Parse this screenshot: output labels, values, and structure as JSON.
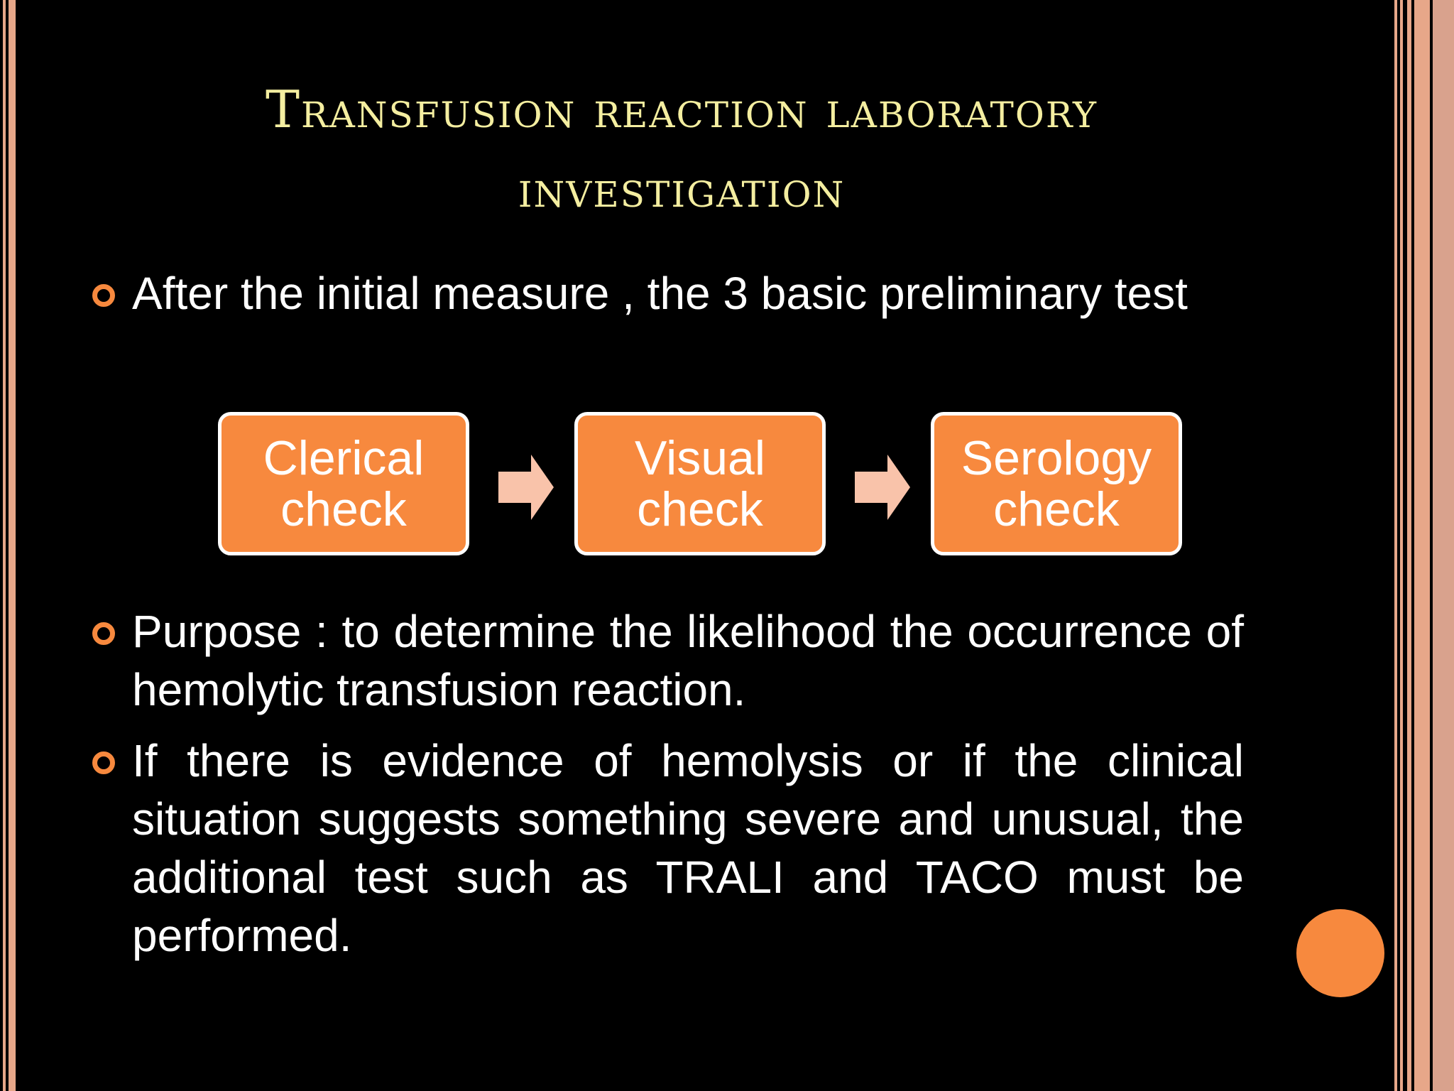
{
  "slide": {
    "title": "Transfusion reaction laboratory investigation",
    "bullets": [
      "After the initial measure , the 3 basic preliminary test",
      "Purpose : to determine the likelihood the occurrence of hemolytic transfusion reaction.",
      "If there is evidence of hemolysis or if the clinical situation suggests something severe and unusual, the additional test such as TRALI and TACO must be performed."
    ],
    "flow": [
      "Clerical check",
      "Visual check",
      "Serology check"
    ]
  },
  "colors": {
    "accent": "#f7893e",
    "title": "#f4eea0",
    "border": "#e7a789",
    "background": "#000000"
  }
}
